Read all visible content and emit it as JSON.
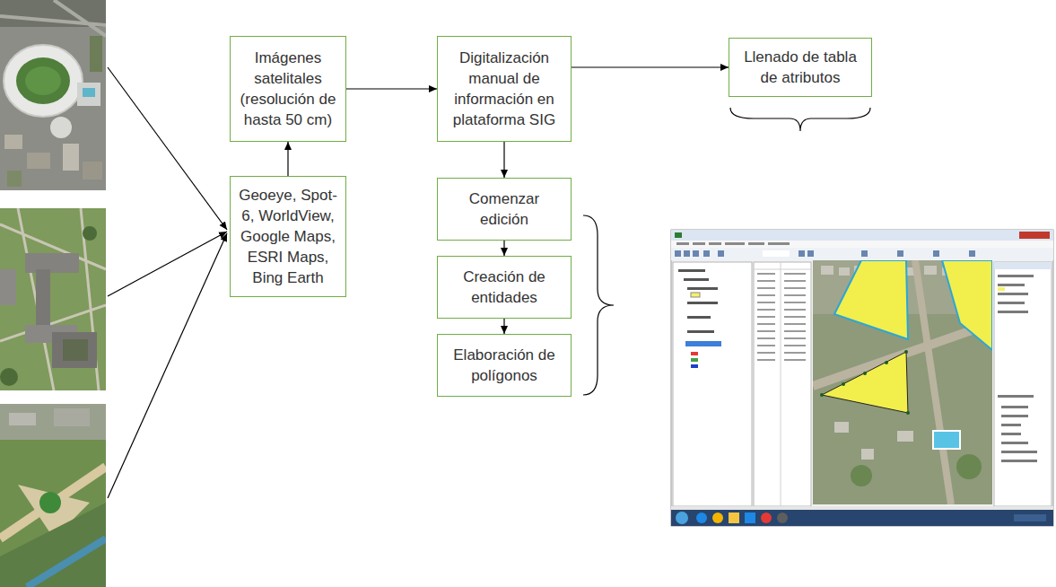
{
  "diagram": {
    "nodes": [
      {
        "text": [
          "Imágenes satelitales (resolución de hasta 50 cm)"
        ]
      },
      {
        "text": [
          "Digitalización manual de información en plataforma SIG"
        ]
      },
      {
        "text": [
          "Llenado de tabla de atributos"
        ]
      },
      {
        "text": [
          "Geoeye, Spot-6, WorldView, Google Maps, ESRI Maps, Bing Earth"
        ]
      },
      {
        "text": [
          "Comenzar edición"
        ]
      },
      {
        "text": [
          "Creación de entidades"
        ]
      },
      {
        "text": [
          "Elaboración de polígonos"
        ]
      }
    ],
    "edges": [
      {
        "from": 3,
        "to": 0,
        "arrow": "to"
      },
      {
        "from": 0,
        "to": 1,
        "arrow": "to"
      },
      {
        "from": 1,
        "to": 2,
        "arrow": "to"
      },
      {
        "from": 1,
        "to": 4,
        "arrow": "to"
      },
      {
        "from": 4,
        "to": 5,
        "arrow": "to"
      },
      {
        "from": 5,
        "to": 6,
        "arrow": "to"
      }
    ]
  }
}
